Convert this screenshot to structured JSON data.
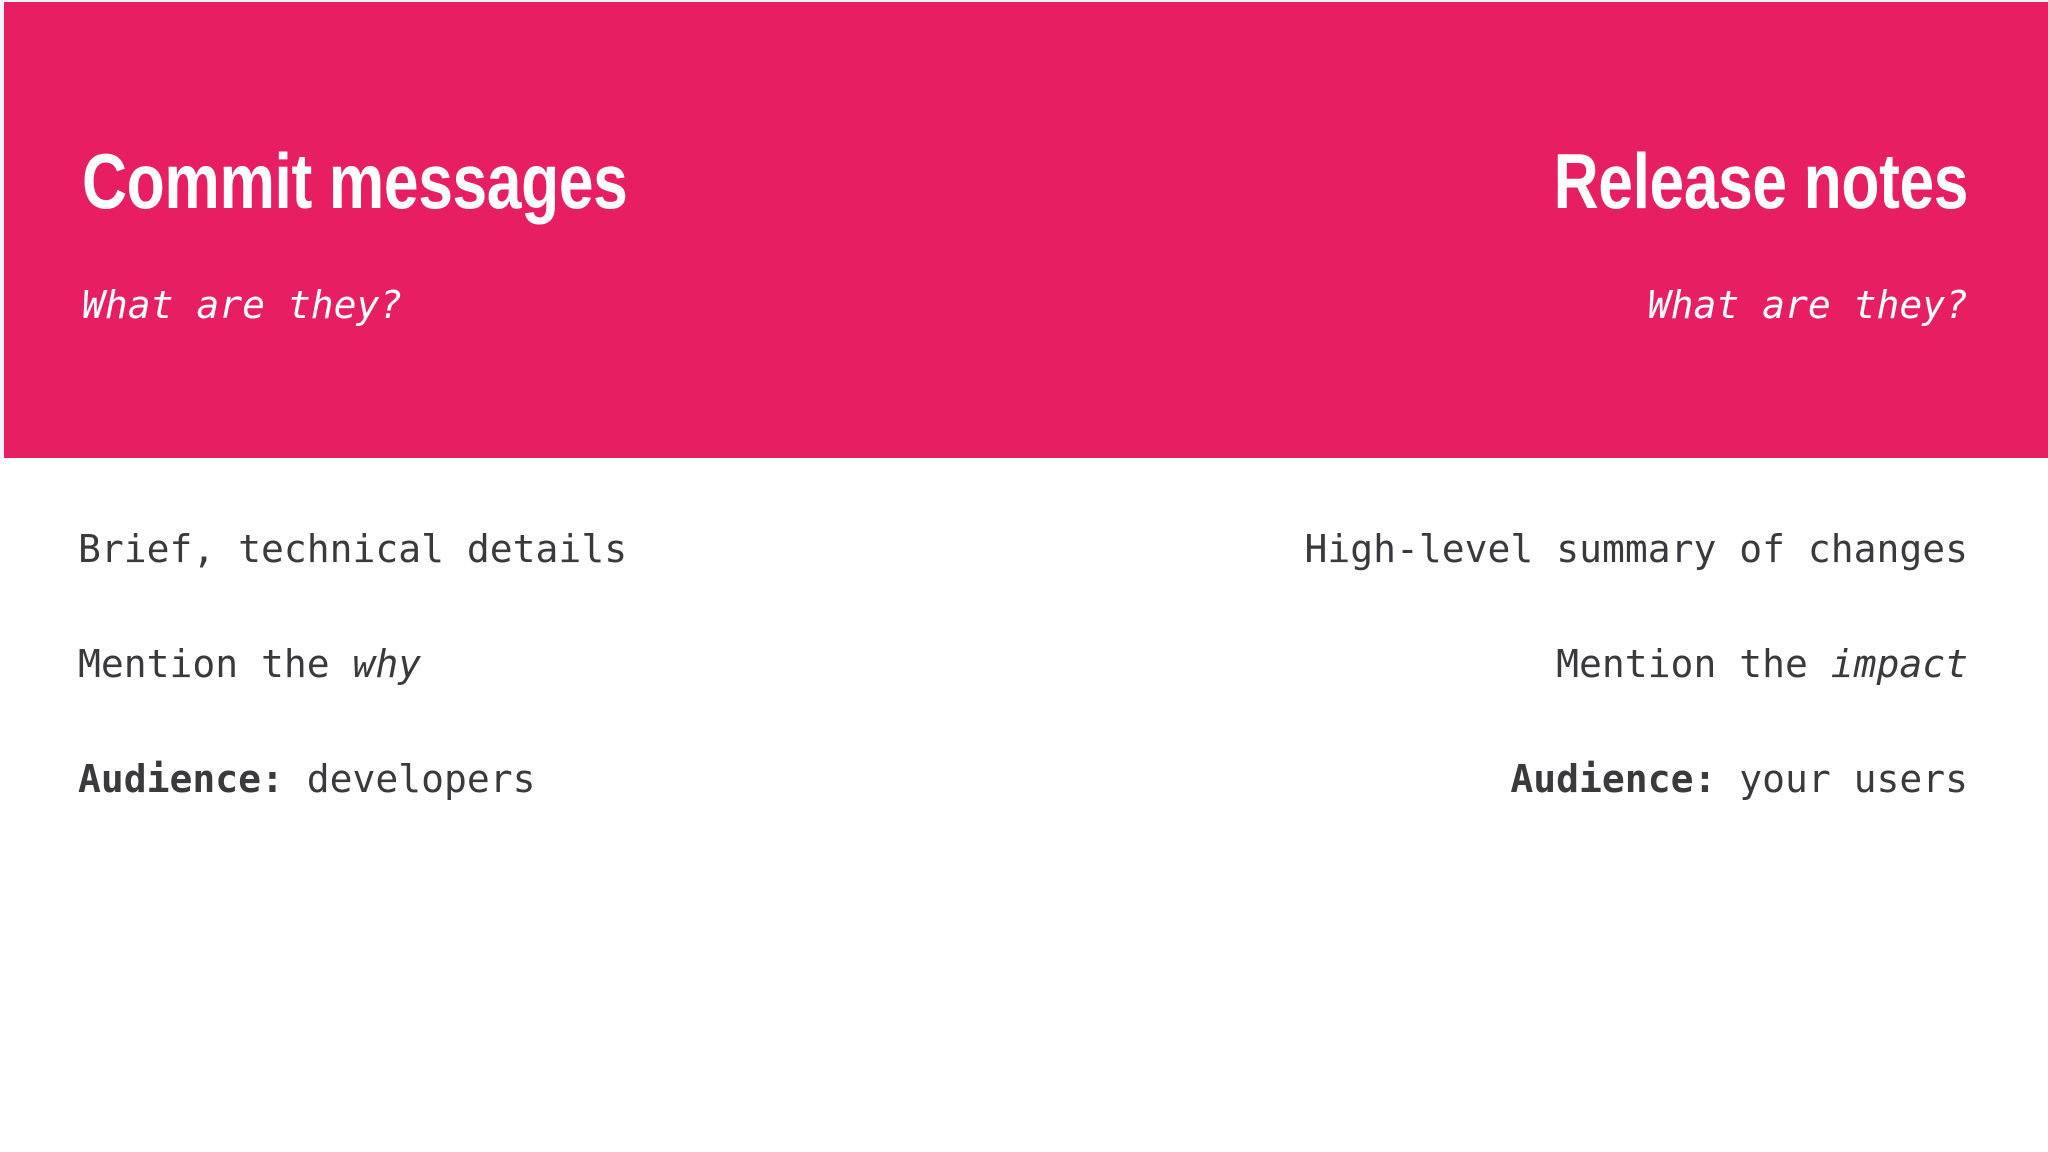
{
  "slide": {
    "background_color": "#ffffff",
    "band_color": "#e81e63",
    "text_color": "#3a3a3c",
    "header_text_color": "#ffffff"
  },
  "columns": [
    {
      "id": "commit-messages",
      "align": "left",
      "title": "Commit messages",
      "subtitle": "What are they?",
      "lines": [
        {
          "plain": "Brief, technical details",
          "prefix": "Brief, technical details",
          "emphasis": "",
          "suffix": "",
          "bold_prefix": ""
        },
        {
          "plain": "Mention the why",
          "prefix": "Mention the ",
          "emphasis": "why",
          "suffix": "",
          "bold_prefix": ""
        },
        {
          "plain": "Audience: developers",
          "prefix": "",
          "emphasis": "",
          "suffix": " developers",
          "bold_prefix": "Audience:"
        }
      ]
    },
    {
      "id": "release-notes",
      "align": "right",
      "title": "Release notes",
      "subtitle": "What are they?",
      "lines": [
        {
          "plain": "High-level summary of changes",
          "prefix": "High-level summary of changes",
          "emphasis": "",
          "suffix": "",
          "bold_prefix": ""
        },
        {
          "plain": "Mention the impact",
          "prefix": "Mention the ",
          "emphasis": "impact",
          "suffix": "",
          "bold_prefix": ""
        },
        {
          "plain": "Audience: your users",
          "prefix": "",
          "emphasis": "",
          "suffix": " your users",
          "bold_prefix": "Audience:"
        }
      ]
    }
  ]
}
